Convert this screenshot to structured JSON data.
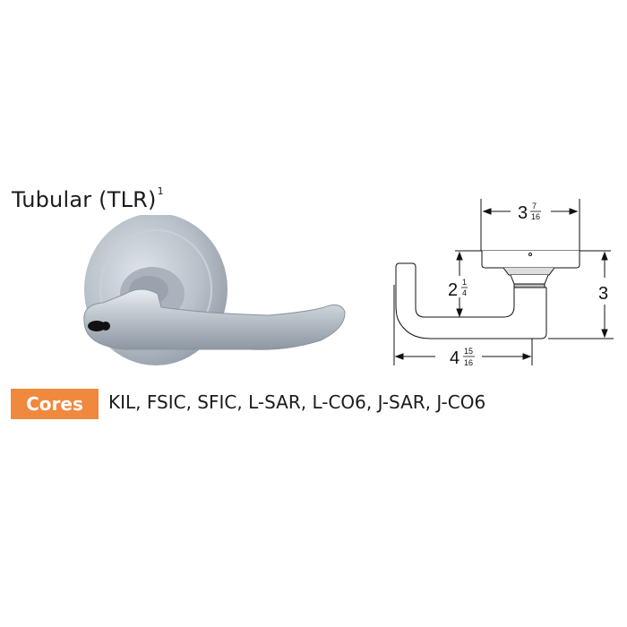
{
  "product": {
    "title": "Tubular (TLR)",
    "title_footnote": "1"
  },
  "cores": {
    "label": "Cores",
    "list": "KIL, FSIC, SFIC, L-SAR, L-CO6, J-SAR, J-CO6",
    "badge_color": "#f0883e"
  },
  "dimensions": {
    "rose_diameter": {
      "whole": "3",
      "num": "7",
      "den": "16"
    },
    "lever_height": {
      "whole": "2",
      "num": "1",
      "den": "4"
    },
    "projection": {
      "whole": "3"
    },
    "lever_length": {
      "whole": "4",
      "num": "15",
      "den": "16"
    }
  },
  "images": {
    "photo": "lever-handle-photo-satin-chrome",
    "drawing": "lever-dimension-drawing"
  }
}
